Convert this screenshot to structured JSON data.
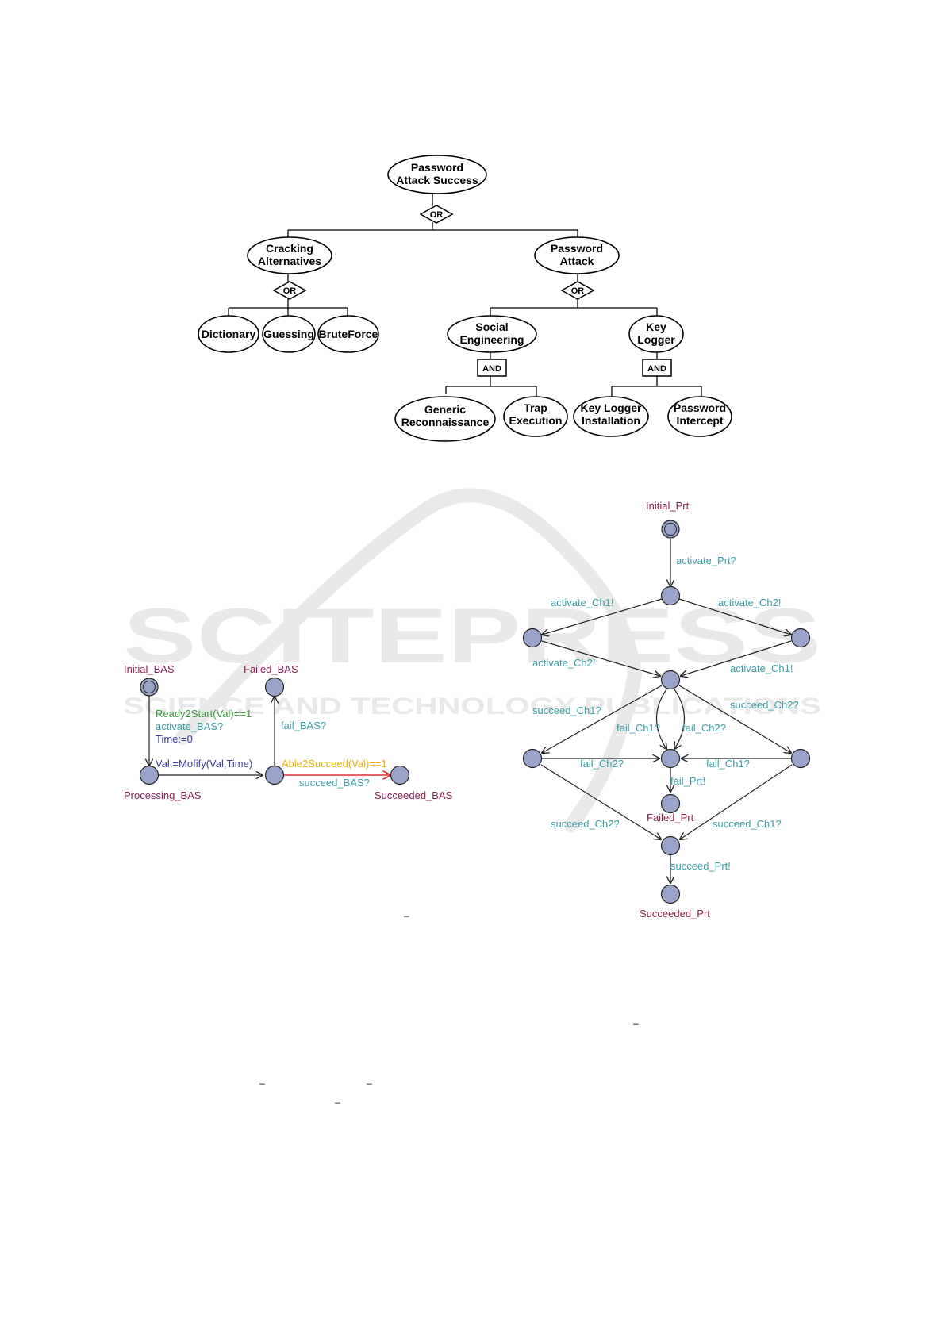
{
  "colors": {
    "node_fill": "#9aa4c8",
    "location_name": "#8c2352",
    "sync": "#3aa0a6",
    "guard": "#3c9a3c",
    "update": "#3b3b9e",
    "guard_yellow": "#e8b400",
    "arrow": "#222222",
    "highlight_edge": "#e03030",
    "watermark": "#d8d8d8"
  },
  "watermark": {
    "main": "SCITEPRESS",
    "sub": "SCIENCE AND TECHNOLOGY PUBLICATIONS"
  },
  "attack_tree": {
    "root": {
      "line1": "Password",
      "line2": "Attack Success"
    },
    "gates": {
      "root_gate": "OR",
      "cracking_gate": "OR",
      "password_gate": "OR",
      "social_gate": "AND",
      "keylogger_gate": "AND"
    },
    "cracking": {
      "line1": "Cracking",
      "line2": "Alternatives"
    },
    "password_attack": {
      "line1": "Password",
      "line2": "Attack"
    },
    "dictionary": "Dictionary",
    "guessing": "Guessing",
    "bruteforce": "BruteForce",
    "social": {
      "line1": "Social",
      "line2": "Engineering"
    },
    "keylogger": {
      "line1": "Key",
      "line2": "Logger"
    },
    "generic": {
      "line1": "Generic",
      "line2": "Reconnaissance"
    },
    "trap": {
      "line1": "Trap",
      "line2": "Execution"
    },
    "kl_install": {
      "line1": "Key Logger",
      "line2": "Installation"
    },
    "pw_intercept": {
      "line1": "Password",
      "line2": "Intercept"
    }
  },
  "bas_automaton": {
    "initial": "Initial_BAS",
    "failed": "Failed_BAS",
    "processing": "Processing_BAS",
    "succeeded": "Succeeded_BAS",
    "guard_start": "Ready2Start(Val)==1",
    "sync_activate": "activate_BAS?",
    "update_time": "Time:=0",
    "update_val": "Val:=Mofify(Val,Time)",
    "sync_fail": "fail_BAS?",
    "guard_succeed": "Able2Succeed(Val)==1",
    "sync_succeed": "succeed_BAS?"
  },
  "prt_automaton": {
    "initial": "Initial_Prt",
    "activate_prt": "activate_Prt?",
    "activate_ch1_left": "activate_Ch1!",
    "activate_ch2_right": "activate_Ch2!",
    "activate_ch2_left": "activate_Ch2!",
    "activate_ch1_right": "activate_Ch1!",
    "succeed_ch1_left": "succeed_Ch1?",
    "succeed_ch2_right": "succeed_Ch2?",
    "fail_ch1_mid": "fail_Ch1?",
    "fail_ch2_mid": "fail_Ch2?",
    "fail_ch2_left": "fail_Ch2?",
    "fail_ch1_right": "fail_Ch1?",
    "fail_prt": "fail_Prt!",
    "failed": "Failed_Prt",
    "succeed_ch2_bottom": "succeed_Ch2?",
    "succeed_ch1_bottom": "succeed_Ch1?",
    "succeed_prt": "succeed_Prt!",
    "succeeded": "Succeeded_Prt"
  },
  "stray_marks": [
    "–",
    "–",
    "–",
    "–",
    "–"
  ]
}
